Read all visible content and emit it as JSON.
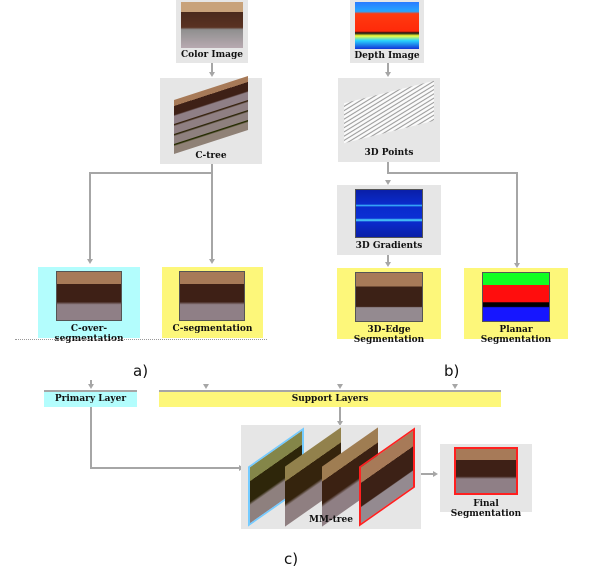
{
  "panel_a": {
    "letter": "a)",
    "color_image": {
      "label": "Color Image",
      "icon": "kitchen-photo"
    },
    "c_tree": {
      "label": "C-tree",
      "icon": "stacked-layers"
    },
    "c_over_segmentation": {
      "label": "C-over-segmentation",
      "highlight": "#b3fdfd"
    },
    "c_segmentation": {
      "label": "C-segmentation",
      "highlight": "#fdf77a"
    }
  },
  "panel_b": {
    "letter": "b)",
    "depth_image": {
      "label": "Depth Image",
      "icon": "depth-map"
    },
    "points_3d": {
      "label": "3D Points",
      "icon": "point-cloud"
    },
    "gradients_3d": {
      "label": "3D Gradients",
      "icon": "gradient-map"
    },
    "edge_segmentation_3d": {
      "label": "3D-Edge Segmentation",
      "highlight": "#fdf77a"
    },
    "planar_segmentation": {
      "label": "Planar Segmentation",
      "highlight": "#fdf77a"
    }
  },
  "panel_c": {
    "letter": "c)",
    "primary_layer": {
      "label": "Primary Layer",
      "highlight": "#b3fdfd"
    },
    "support_layers": {
      "label": "Support Layers",
      "highlight": "#fdf77a"
    },
    "mm_tree": {
      "label": "MM-tree"
    },
    "final_segmentation": {
      "label": "Final Segmentation",
      "border": "#ff2020"
    }
  },
  "colors": {
    "connector": "#a6a6a6",
    "card_gray": "#e6e6e6",
    "primary_cyan": "#b3fdfd",
    "support_yellow": "#fdf77a",
    "final_red": "#ff2020"
  }
}
